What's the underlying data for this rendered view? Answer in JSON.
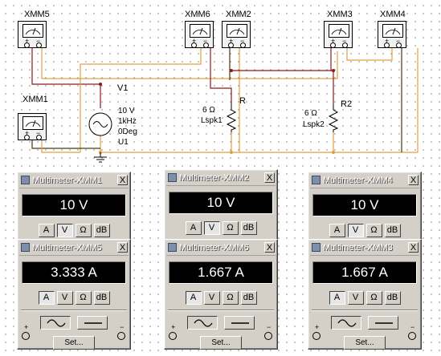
{
  "colors": {
    "wire_red": "#8b1a1a",
    "wire_orange": "#e0a040",
    "wire_dark": "#4a3a10",
    "window_bg": "#d4d0c8",
    "display_bg": "#000000"
  },
  "schematic": {
    "meters": [
      "XMM5",
      "XMM6",
      "XMM2",
      "XMM3",
      "XMM4",
      "XMM1"
    ],
    "source": {
      "name": "V1",
      "voltage": "10 V",
      "freq": "1kHz",
      "phase": "0Deg",
      "ref": "U1"
    },
    "r1": {
      "value": "6 Ω",
      "name": "R",
      "part": "Lspk1"
    },
    "r2": {
      "value": "6 Ω",
      "name": "R2",
      "part": "Lspk2"
    },
    "plus": "+",
    "minus": "−"
  },
  "windows": [
    {
      "title": "Multimeter-XMM1",
      "reading": "10 V",
      "selected": "V",
      "close": "X"
    },
    {
      "title": "Multimeter-XMM2",
      "reading": "10 V",
      "selected": "V",
      "close": "X"
    },
    {
      "title": "Multimeter-XMM4",
      "reading": "10 V",
      "selected": "V",
      "close": "X"
    },
    {
      "title": "Multimeter-XMM5",
      "reading": "3.333 A",
      "selected": "A",
      "close": "X",
      "set": "Set..."
    },
    {
      "title": "Multimeter-XMM6",
      "reading": "1.667 A",
      "selected": "A",
      "close": "X",
      "set": "Set..."
    },
    {
      "title": "Multimeter-XMM3",
      "reading": "1.667 A",
      "selected": "A",
      "close": "X",
      "set": "Set..."
    }
  ],
  "buttons": {
    "amp": "A",
    "volt": "V",
    "ohm": "Ω",
    "db": "dB"
  },
  "probe_signs": {
    "plus": "+",
    "minus": "−"
  }
}
